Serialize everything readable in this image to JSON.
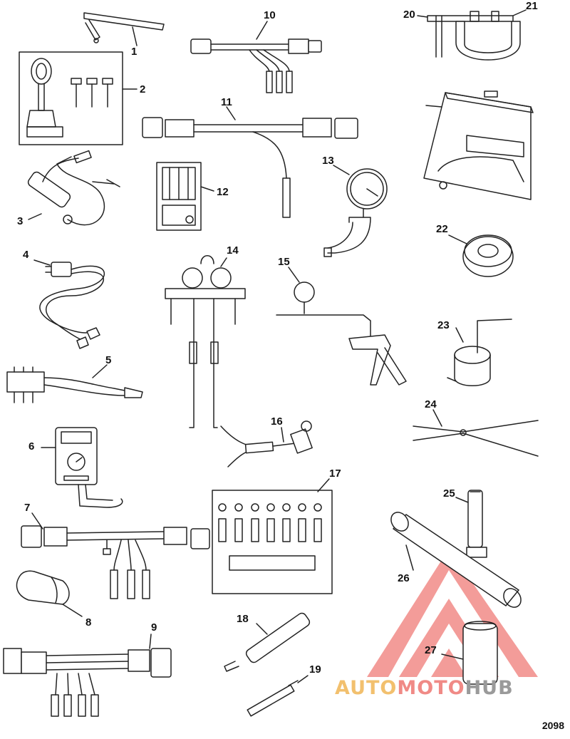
{
  "callouts": [
    {
      "id": "1",
      "text": "1"
    },
    {
      "id": "2",
      "text": "2"
    },
    {
      "id": "3",
      "text": "3"
    },
    {
      "id": "4",
      "text": "4"
    },
    {
      "id": "5",
      "text": "5"
    },
    {
      "id": "6",
      "text": "6"
    },
    {
      "id": "7",
      "text": "7"
    },
    {
      "id": "8",
      "text": "8"
    },
    {
      "id": "9",
      "text": "9"
    },
    {
      "id": "10",
      "text": "10"
    },
    {
      "id": "11",
      "text": "11"
    },
    {
      "id": "12",
      "text": "12"
    },
    {
      "id": "13",
      "text": "13"
    },
    {
      "id": "14",
      "text": "14"
    },
    {
      "id": "15",
      "text": "15"
    },
    {
      "id": "16",
      "text": "16"
    },
    {
      "id": "17",
      "text": "17"
    },
    {
      "id": "18",
      "text": "18"
    },
    {
      "id": "19",
      "text": "19"
    },
    {
      "id": "20",
      "text": "20"
    },
    {
      "id": "21",
      "text": "21"
    },
    {
      "id": "22",
      "text": "22"
    },
    {
      "id": "23",
      "text": "23"
    },
    {
      "id": "24",
      "text": "24"
    },
    {
      "id": "25",
      "text": "25"
    },
    {
      "id": "26",
      "text": "26"
    },
    {
      "id": "27",
      "text": "27"
    }
  ],
  "figure_number": "2098",
  "watermark": {
    "part1": "AUTO",
    "part2": "MOTO",
    "part3": "HUB",
    "colors": {
      "auto": "#f2c06e",
      "moto": "#f08a86",
      "hub": "#9a9a9a",
      "logo": "#f07c78"
    }
  }
}
